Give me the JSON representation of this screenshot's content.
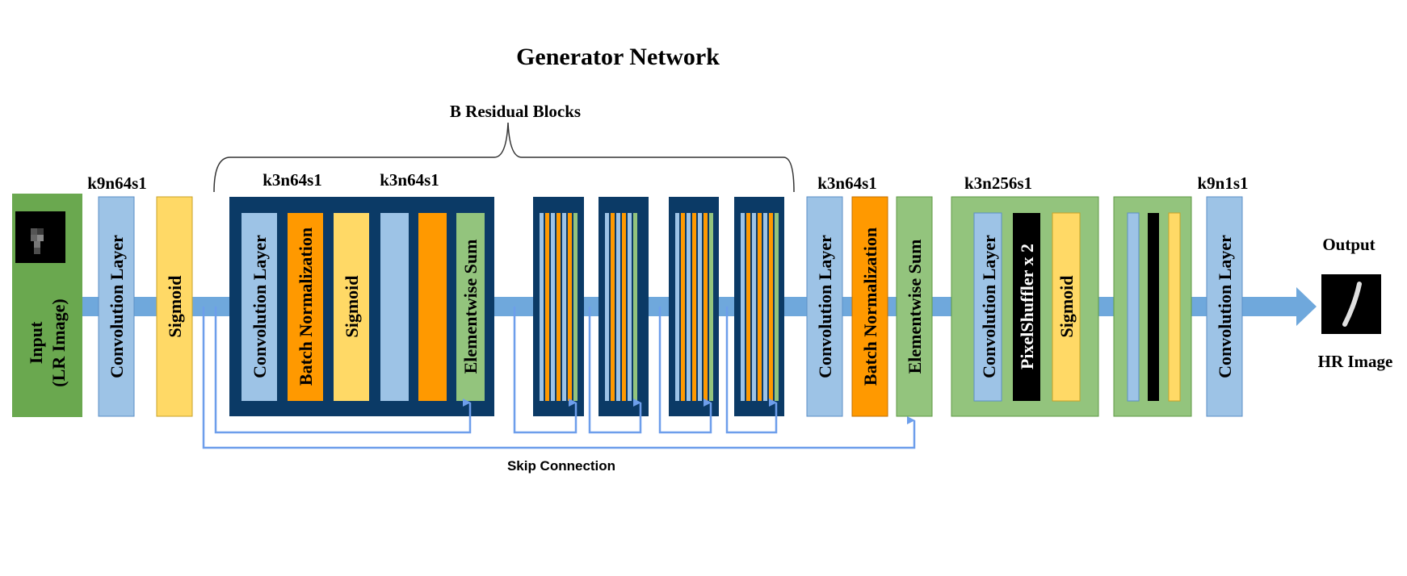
{
  "title": "Generator Network",
  "residual_blocks_label": "B Residual Blocks",
  "skip_connection_label": "Skip Connection",
  "input": {
    "line1": "Input",
    "line2": "(LR Image)"
  },
  "output": {
    "top": "Output",
    "bottom": "HR Image"
  },
  "conv_specs": {
    "first": "k9n64s1",
    "res_a": "k3n64s1",
    "res_b": "k3n64s1",
    "post": "k3n64s1",
    "upsample": "k3n256s1",
    "last": "k9n1s1"
  },
  "layers": {
    "conv": "Convolution Layer",
    "sigmoid": "Sigmoid",
    "batchnorm": "Batch Normalization",
    "elementwise": "Elementwise Sum",
    "pixelshuffler": "PixelShuffler x 2"
  },
  "colors": {
    "conv": "#9dc3e6",
    "sigmoid": "#ffd966",
    "batchnorm": "#ff9900",
    "elementwise": "#93c47d",
    "input": "#6aa84f",
    "resblock": "#0b3a66",
    "upsample_block": "#93c47d",
    "pixelshuffler": "#000000",
    "arrow": "#6fa8dc",
    "skip": "#6d9eeb"
  }
}
